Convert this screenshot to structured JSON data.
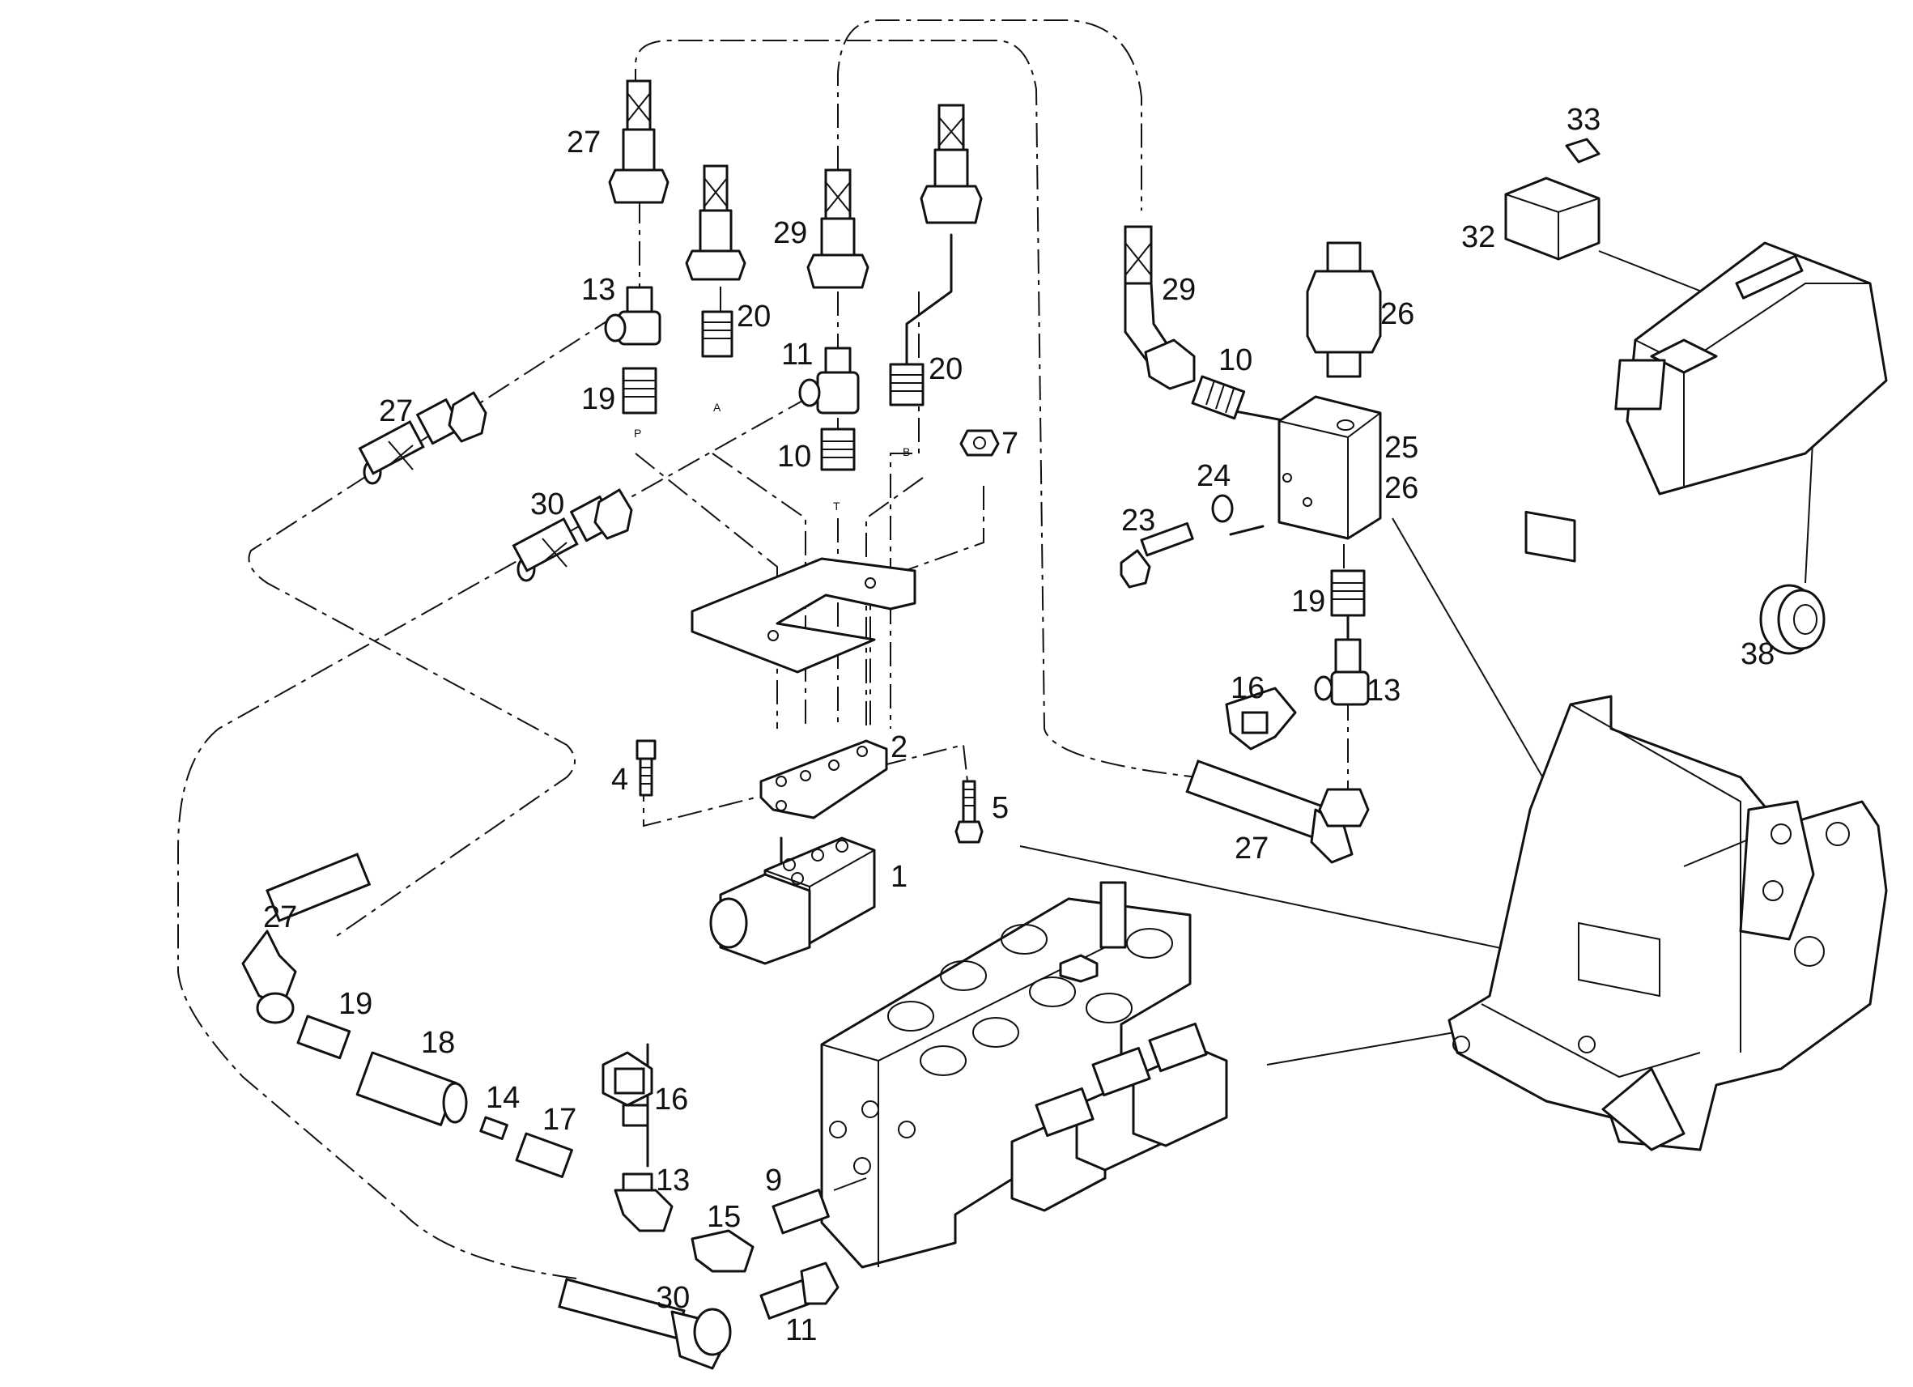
{
  "labels": {
    "p27_top": "27",
    "p13_top": "13",
    "p19_top": "19",
    "p20_a": "20",
    "p29_mid": "29",
    "p11_mid": "11",
    "p10_mid": "10",
    "p20_b": "20",
    "p7": "7",
    "p27_left": "27",
    "p30_left": "30",
    "p2": "2",
    "p4": "4",
    "p5": "5",
    "p1": "1",
    "p29_right": "29",
    "p10_right": "10",
    "p26_top": "26",
    "p25": "25",
    "p26_side": "26",
    "p24": "24",
    "p23": "23",
    "p19_right": "19",
    "p16_right": "16",
    "p13_right": "13",
    "p27_right": "27",
    "p33": "33",
    "p32": "32",
    "p38": "38",
    "p27_low": "27",
    "p19_low": "19",
    "p18": "18",
    "p14": "14",
    "p17": "17",
    "p16_low": "16",
    "p13_low": "13",
    "p15": "15",
    "p9": "9",
    "p30_low": "30",
    "p11_low": "11"
  },
  "ports": {
    "p": "P",
    "a": "A",
    "t": "T",
    "b": "B"
  }
}
